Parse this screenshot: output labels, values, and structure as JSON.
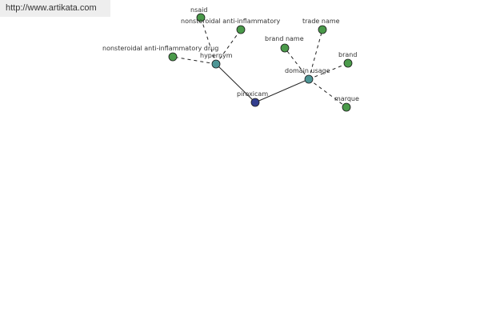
{
  "header": {
    "url": "http://www.artikata.com"
  },
  "colors": {
    "root": "#333f8f",
    "hub": "#4d9595",
    "leaf": "#4a9a4a",
    "node_stroke": "#1a1a1a",
    "edge": "#222222"
  },
  "graph": {
    "root": {
      "id": "root",
      "label": "piroxicam"
    },
    "hubs": [
      {
        "id": "hypernym",
        "label": "hypernym"
      },
      {
        "id": "domain_usage",
        "label": "domain usage"
      }
    ],
    "leaves": [
      {
        "id": "nsaid",
        "hub": "hypernym",
        "label": "nsaid"
      },
      {
        "id": "nai",
        "hub": "hypernym",
        "label": "nonsteroidal anti-inflammatory"
      },
      {
        "id": "naid",
        "hub": "hypernym",
        "label": "nonsteroidal anti-inflammatory drug"
      },
      {
        "id": "brand_name",
        "hub": "domain_usage",
        "label": "brand name"
      },
      {
        "id": "trade_name",
        "hub": "domain_usage",
        "label": "trade name"
      },
      {
        "id": "brand",
        "hub": "domain_usage",
        "label": "brand"
      },
      {
        "id": "marque",
        "hub": "domain_usage",
        "label": "marque"
      }
    ]
  }
}
